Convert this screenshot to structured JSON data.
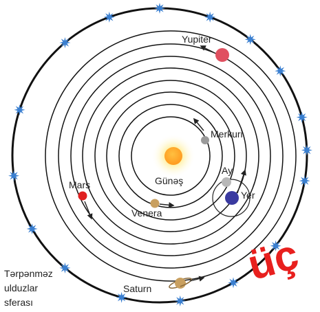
{
  "labels": {
    "sun": "Günəş",
    "mercury": "Merkuri",
    "venus": "Venera",
    "moon": "Ay",
    "earth": "Yer",
    "mars": "Mars",
    "jupiter": "Yupiter",
    "saturn": "Saturn",
    "star_sphere": [
      "Tərpənməz",
      "ulduzlar",
      "sferası"
    ]
  },
  "watermark": "üç",
  "colors": {
    "sun": "#ffb030",
    "mercury": "#9a9a9a",
    "venus": "#c9a060",
    "moon": "#b8b8b8",
    "earth": "#3a3aa0",
    "mars": "#e02020",
    "jupiter": "#e05060",
    "saturn": "#c9a060",
    "stars": "#3a7fd0",
    "watermark": "#e8201e"
  }
}
